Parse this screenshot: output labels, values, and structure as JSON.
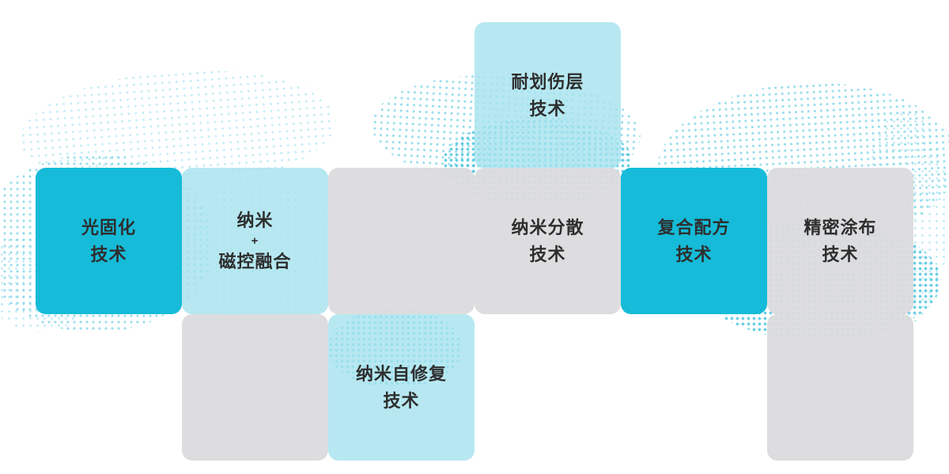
{
  "diagram": {
    "description_colors": {
      "accent_bright": "#15bbd8",
      "accent_light": "#a7e3ee",
      "neutral_gray": "#dbdbdd",
      "dot_map": "#4cc4de",
      "text": "#2e2e2e"
    }
  },
  "tiles": [
    {
      "id": "scratch-resistant-layer",
      "variant": "light",
      "lines": [
        "耐划伤层",
        "技术"
      ]
    },
    {
      "id": "uv-curing",
      "variant": "bright",
      "lines": [
        "光固化",
        "技术"
      ]
    },
    {
      "id": "nano-magnetron-fusion",
      "variant": "light",
      "lines": [
        "纳米",
        "+",
        "磁控融合"
      ]
    },
    {
      "id": "empty-middle",
      "variant": "gray",
      "lines": []
    },
    {
      "id": "nano-dispersion",
      "variant": "gray",
      "lines": [
        "纳米分散",
        "技术"
      ]
    },
    {
      "id": "composite-formula",
      "variant": "bright",
      "lines": [
        "复合配方",
        "技术"
      ]
    },
    {
      "id": "precision-coating",
      "variant": "gray",
      "lines": [
        "精密涂布",
        "技术"
      ]
    },
    {
      "id": "empty-bottom-left",
      "variant": "gray",
      "lines": []
    },
    {
      "id": "nano-self-repair",
      "variant": "light",
      "lines": [
        "纳米自修复",
        "技术"
      ]
    },
    {
      "id": "empty-bottom-right",
      "variant": "gray",
      "lines": []
    }
  ]
}
